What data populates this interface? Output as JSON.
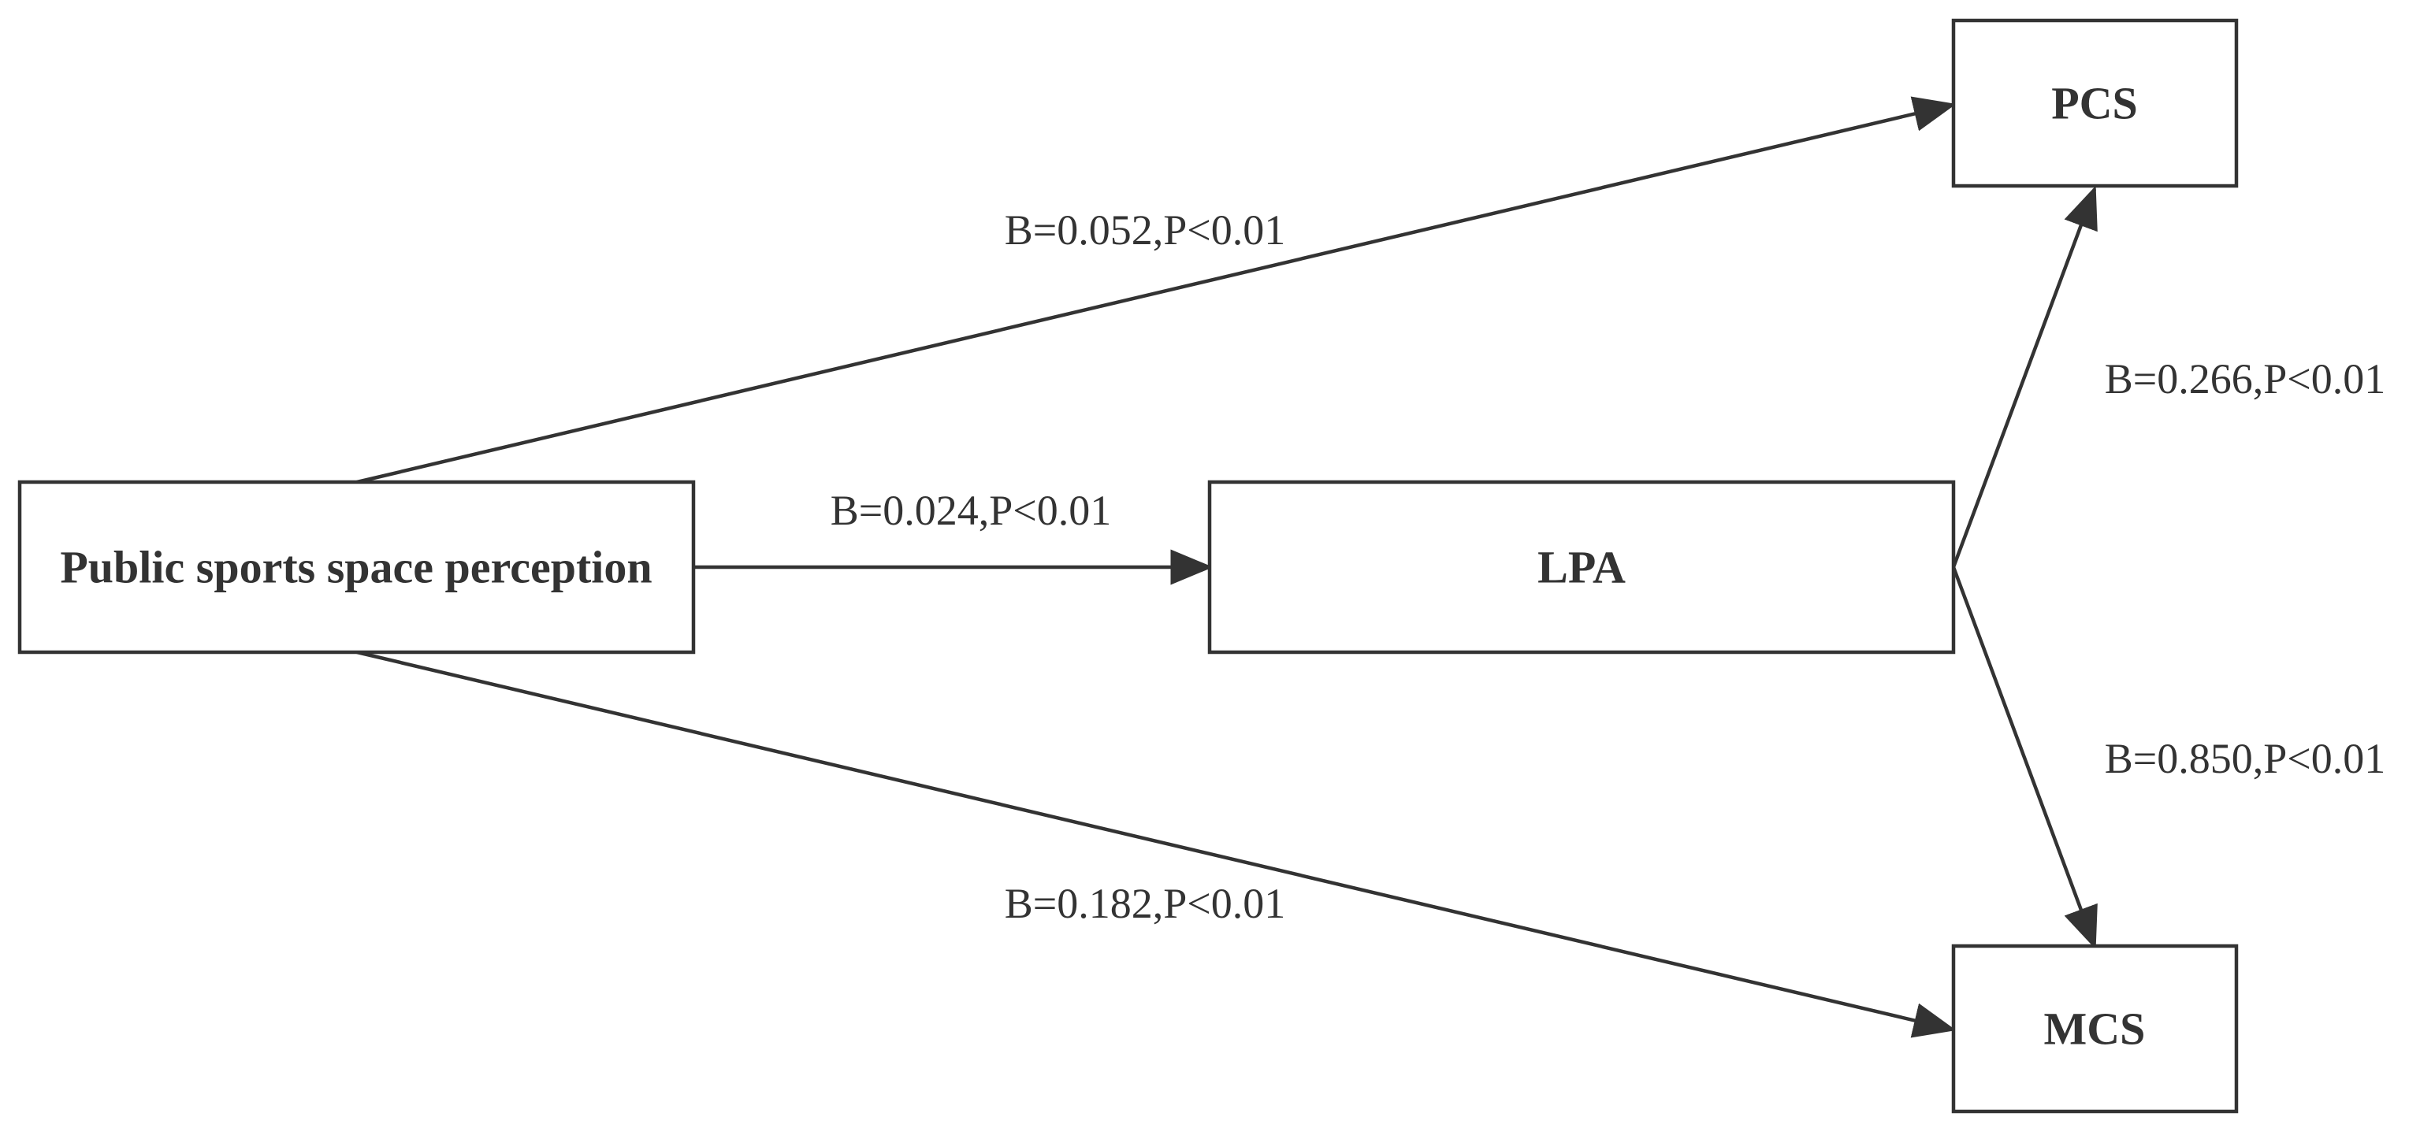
{
  "nodes": {
    "pssp": {
      "label": "Public sports space perception"
    },
    "lpa": {
      "label": "LPA"
    },
    "pcs": {
      "label": "PCS"
    },
    "mcs": {
      "label": "MCS"
    }
  },
  "edges": {
    "pssp_pcs": {
      "label": "B=0.052,P<0.01"
    },
    "pssp_lpa": {
      "label": "B=0.024,P<0.01"
    },
    "pssp_mcs": {
      "label": "B=0.182,P<0.01"
    },
    "lpa_pcs": {
      "label": "B=0.266,P<0.01"
    },
    "lpa_mcs": {
      "label": "B=0.850,P<0.01"
    }
  }
}
